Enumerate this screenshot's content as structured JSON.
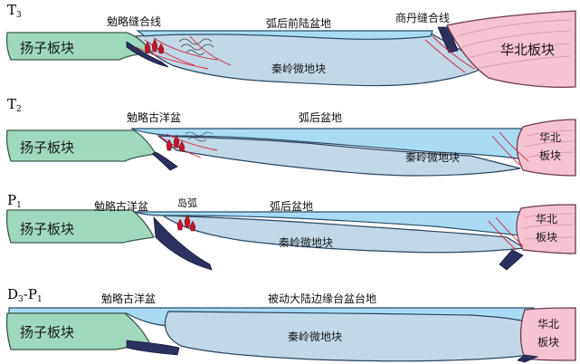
{
  "panels": [
    {
      "stage_main": "T",
      "stage_sub": "3",
      "labels": {
        "left_suture": "勉略缝合线",
        "basin": "弧后前陆盆地",
        "right_suture": "商丹缝合线",
        "yangtze": "扬子板块",
        "qinling": "秦岭微地块",
        "north_china": "华北板块"
      }
    },
    {
      "stage_main": "T",
      "stage_sub": "2",
      "labels": {
        "ocean": "勉略古洋盆",
        "basin": "弧后盆地",
        "yangtze": "扬子板块",
        "qinling": "秦岭微地块",
        "north_china_1": "华北",
        "north_china_2": "板块"
      }
    },
    {
      "stage_main": "P",
      "stage_sub": "1",
      "labels": {
        "ocean": "勉略古洋盆",
        "arc": "岛弧",
        "basin": "弧后盆地",
        "yangtze": "扬子板块",
        "qinling": "秦岭微地块",
        "north_china_1": "华北",
        "north_china_2": "板块"
      }
    },
    {
      "stage_main": "D",
      "stage_sub": "3",
      "stage_tail": "-P",
      "stage_tail_sub": "1",
      "labels": {
        "ocean": "勉略古洋盆",
        "basin": "被动大陆边缘台盆台地",
        "yangtze": "扬子板块",
        "qinling": "秦岭微地块",
        "north_china_1": "华北",
        "north_china_2": "板块"
      }
    }
  ],
  "colors": {
    "yangtze_plate": "#9fd9bd",
    "north_china_plate": "#f6c3d2",
    "basin_water": "#a9dcf2",
    "qinling_block": "#c2d8e6",
    "subducting_slab": "#2c3160",
    "magma": "#c0162b"
  }
}
